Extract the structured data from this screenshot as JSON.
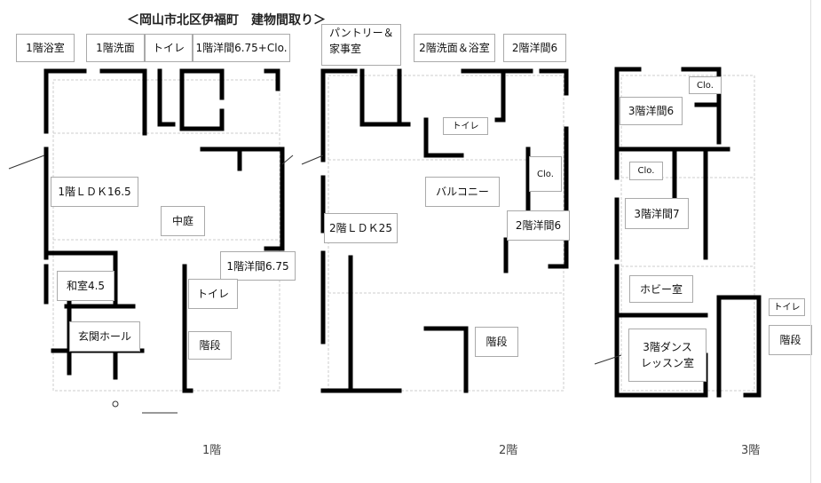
{
  "title": "＜岡山市北区伊福町　建物間取り＞",
  "floor1": {
    "label": "1階",
    "rooms": {
      "bath": "1階浴室",
      "washroom": "1階洗面",
      "toilet_top": "トイレ",
      "western_clo": "1階洋間6.75+Clo.",
      "ldk": "1階ＬＤＫ16.5",
      "courtyard": "中庭",
      "western": "1階洋間6.75",
      "japanese": "和室4.5",
      "toilet": "トイレ",
      "entrance": "玄関ホール",
      "stairs": "階段"
    }
  },
  "floor2": {
    "label": "2階",
    "rooms": {
      "pantry": "パントリー＆\n家事室",
      "pantry_line1": "パントリー＆",
      "pantry_line2": "家事室",
      "wash_bath": "2階洗面＆浴室",
      "western_top": "2階洋間6",
      "toilet": "トイレ",
      "closet": "Clo.",
      "balcony": "バルコニー",
      "ldk": "2階ＬＤＫ25",
      "western": "2階洋間6",
      "stairs": "階段"
    }
  },
  "floor3": {
    "label": "3階",
    "rooms": {
      "closet_top": "Clo.",
      "western6": "3階洋間6",
      "closet": "Clo.",
      "western7": "3階洋間7",
      "hobby": "ホビー室",
      "toilet": "トイレ",
      "stairs": "階段",
      "dance_line1": "3階ダンス",
      "dance_line2": "レッスン室"
    }
  }
}
